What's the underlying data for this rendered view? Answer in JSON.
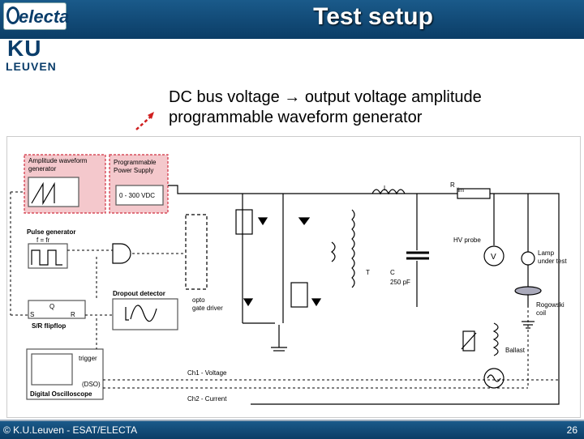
{
  "header": {
    "title": "Test setup",
    "logo_top": "electa",
    "logo_ku": "KU",
    "logo_leuven": "LEUVEN"
  },
  "subtitle": {
    "line1": "DC bus voltage → output voltage amplitude",
    "line2": "programmable waveform generator"
  },
  "diagram": {
    "amp_gen_label": "Amplitude waveform generator",
    "amp_gen_line1": "Amplitude waveform",
    "amp_gen_line2": "generator",
    "psu_line1": "Programmable",
    "psu_line2": "Power Supply",
    "psu_range": "0 - 300 VDC",
    "pulse_gen": "Pulse generator",
    "pulse_freq": "f = fr",
    "dropout": "Dropout detector",
    "flipflop_q": "Q",
    "flipflop_s": "S",
    "flipflop_r": "R",
    "flipflop_label": "S/R flipflop",
    "opto1": "opto",
    "opto2": "gate driver",
    "trigger": "trigger",
    "dso": "(DSO)",
    "oscilloscope": "Digital Oscilloscope",
    "ch1": "Ch1 - Voltage",
    "ch2": "Ch2 - Current",
    "inductor_L": "L",
    "rlim_R": "R",
    "rlim_sub": "lim",
    "transformer_T": "T",
    "cap_C": "C",
    "cap_val": "250 pF",
    "hv_probe": "HV probe",
    "voltmeter": "V",
    "lamp1": "Lamp",
    "lamp2": "under test",
    "rogowski1": "Rogowski",
    "rogowski2": "coil",
    "ballast": "Ballast"
  },
  "colors": {
    "header_bg": "#0b3d66",
    "highlight_fill": "#f4c8cc",
    "highlight_border": "#d03040",
    "arrow": "#d02020"
  },
  "footer": {
    "left": "© K.U.Leuven - ESAT/ELECTA",
    "page": "26"
  }
}
